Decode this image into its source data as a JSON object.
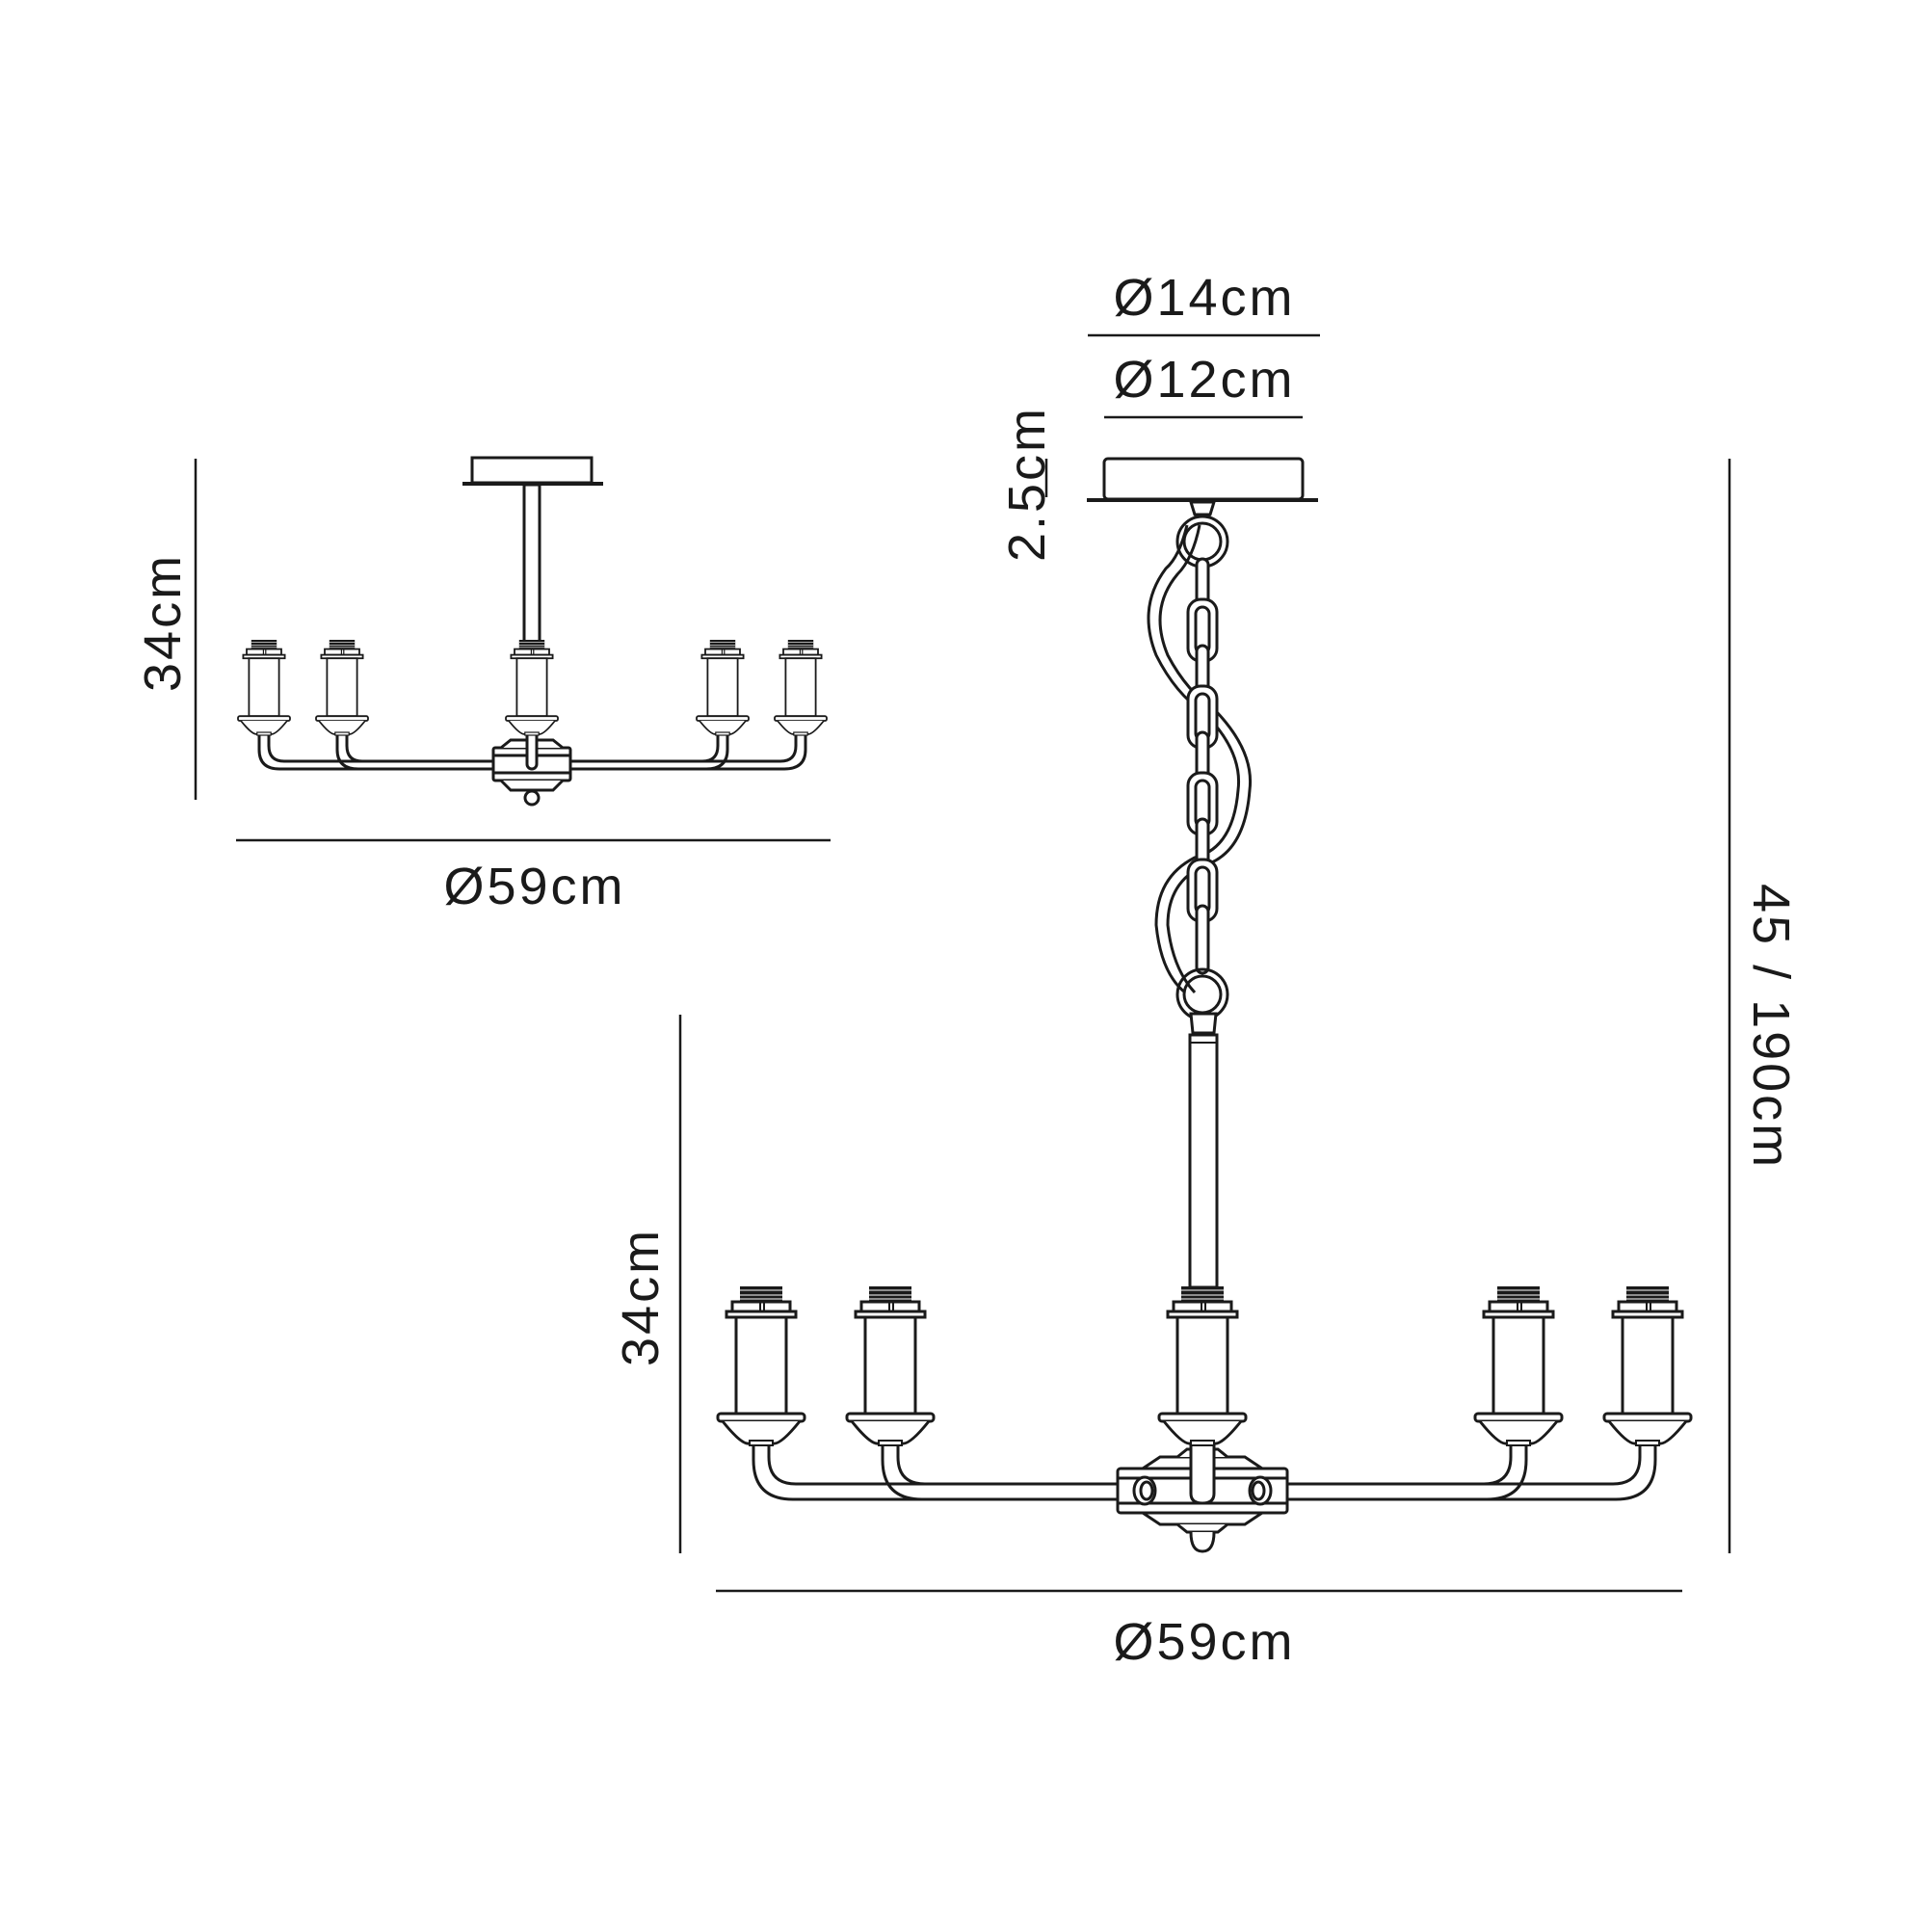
{
  "diagram": {
    "title": "Chandelier dimension drawing",
    "line_color": "#1a1a1a",
    "background": "#ffffff"
  },
  "views": {
    "semi_flush": {
      "height_label": "34cm",
      "diameter_label": "Ø59cm",
      "lamp_holders": 5
    },
    "pendant": {
      "canopy_outer_label": "Ø14cm",
      "canopy_inner_label": "Ø12cm",
      "canopy_height_label": "2.5cm",
      "drop_label": "45 / 190cm",
      "body_height_label": "34cm",
      "diameter_label": "Ø59cm",
      "lamp_holders": 5
    }
  }
}
